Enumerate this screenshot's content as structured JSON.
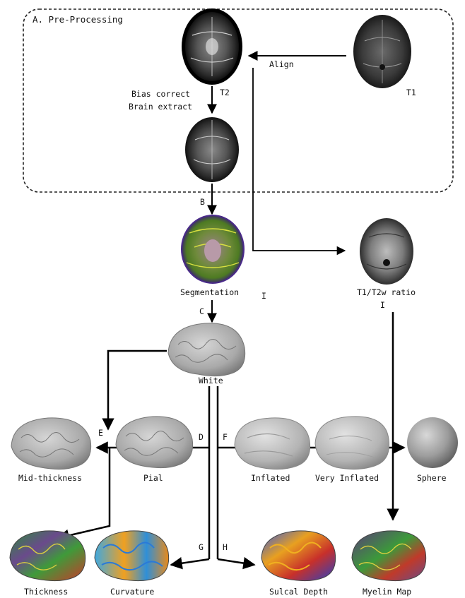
{
  "section": {
    "title": "A. Pre-Processing"
  },
  "labels": {
    "t2": "T2",
    "t1": "T1",
    "align": "Align",
    "bias_correct": "Bias correct",
    "brain_extract": "Brain extract",
    "b": "B",
    "c": "C",
    "d": "D",
    "e": "E",
    "f": "F",
    "g": "G",
    "h": "H",
    "i_left": "I",
    "i_right": "I",
    "segmentation": "Segmentation",
    "ratio": "T1/T2w ratio",
    "white": "White",
    "mid_thickness": "Mid-thickness",
    "pial": "Pial",
    "inflated": "Inflated",
    "very_inflated": "Very Inflated",
    "sphere": "Sphere",
    "thickness": "Thickness",
    "curvature": "Curvature",
    "sulcal_depth": "Sulcal Depth",
    "myelin_map": "Myelin Map"
  }
}
